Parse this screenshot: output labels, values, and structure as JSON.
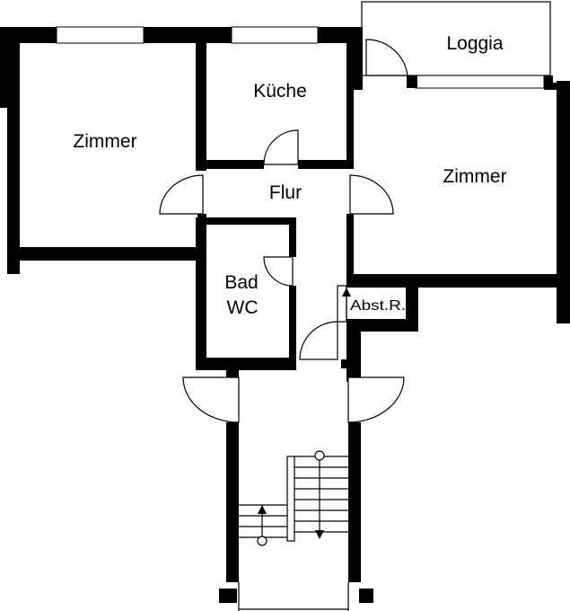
{
  "rooms": {
    "zimmer_left": "Zimmer",
    "kueche": "Küche",
    "loggia": "Loggia",
    "zimmer_right": "Zimmer",
    "flur": "Flur",
    "bad_line1": "Bad",
    "bad_line2": "WC",
    "abstellraum": "Abst.R."
  },
  "colors": {
    "wall": "#000000",
    "background": "#ffffff"
  },
  "icons": {
    "stairs_up": "arrow-up-icon",
    "stairs_down": "arrow-down-icon"
  }
}
